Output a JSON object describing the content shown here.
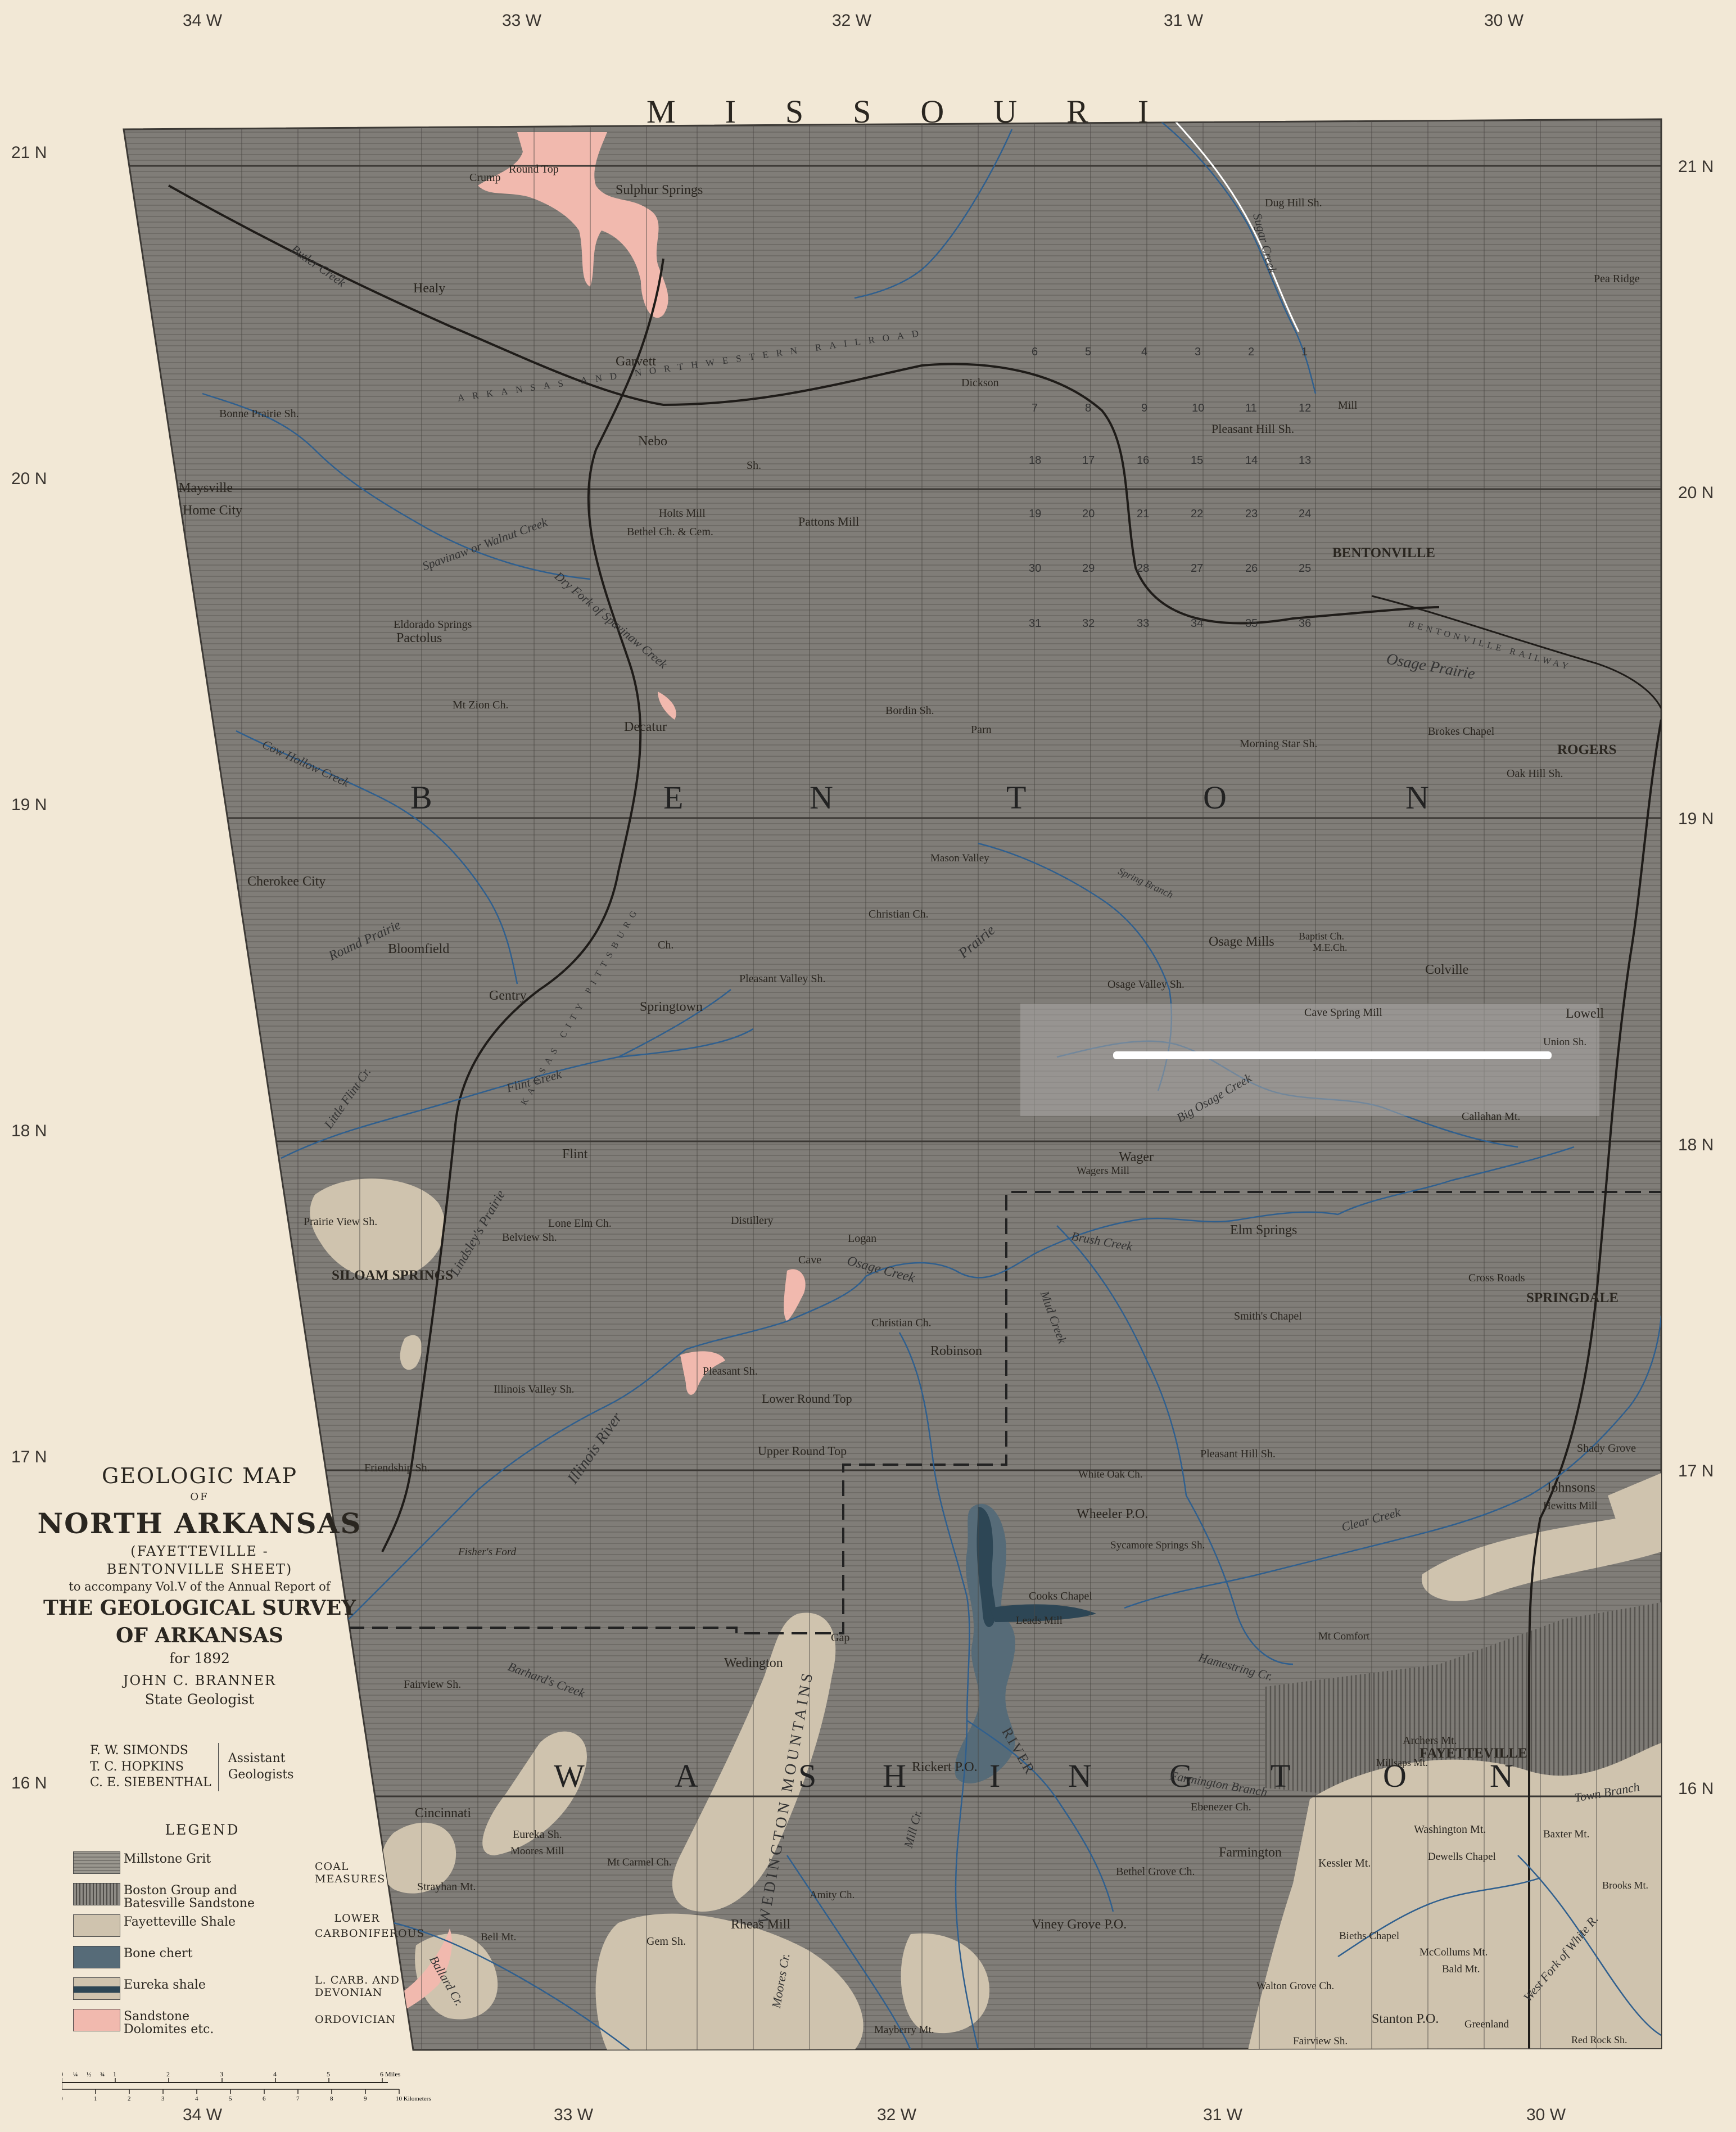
{
  "map": {
    "state_label": "MISSOURI",
    "county_benton": [
      "B",
      "E",
      "N",
      "T",
      "O",
      "N"
    ],
    "county_washington": [
      "W",
      "A",
      "S",
      "H",
      "I",
      "N",
      "G",
      "T",
      "O",
      "N"
    ],
    "grid_top": [
      "34 W",
      "33 W",
      "32 W",
      "31 W",
      "30 W"
    ],
    "grid_bottom": [
      "34 W",
      "33 W",
      "32 W",
      "31 W",
      "30 W"
    ],
    "grid_left": [
      "21 N",
      "20 N",
      "19 N",
      "18 N",
      "17 N",
      "16 N"
    ],
    "grid_right": [
      "21 N",
      "20 N",
      "19 N",
      "18 N",
      "17 N",
      "16 N"
    ],
    "section_numbers": [
      "6",
      "5",
      "4",
      "3",
      "2",
      "1",
      "7",
      "8",
      "9",
      "10",
      "11",
      "12",
      "18",
      "17",
      "16",
      "15",
      "14",
      "13",
      "19",
      "20",
      "21",
      "22",
      "23",
      "24",
      "30",
      "29",
      "28",
      "27",
      "26",
      "25",
      "31",
      "32",
      "33",
      "34",
      "35",
      "36"
    ],
    "towns": {
      "bentonville": "BENTONVILLE",
      "rogers": "ROGERS",
      "lowell": "Lowell",
      "springdale": "SPRINGDALE",
      "fayetteville": "FAYETTEVILLE",
      "siloam_springs": "SILOAM SPRINGS",
      "sulphur_springs": "Sulphur Springs",
      "round_top": "Round Top",
      "crump": "Crump",
      "healy": "Healy",
      "garvett": "Garvett",
      "nebo": "Nebo",
      "maysville": "Maysville",
      "home_city": "Home City",
      "bonne_prairie": "Bonne Prairie Sh.",
      "holts_mill": "Holts Mill",
      "bethel_ch": "Bethel Ch. & Cem.",
      "pattons_mill": "Pattons Mill",
      "dickson": "Dickson",
      "dug_hill": "Dug Hill Sh.",
      "pea_ridge": "Pea Ridge",
      "pleasant_hill_1": "Pleasant Hill Sh.",
      "eldorado_springs": "Eldorado Springs",
      "pactolus": "Pactolus",
      "mt_zion": "Mt Zion Ch.",
      "decatur": "Decatur",
      "bordin": "Bordin Sh.",
      "parn": "Parn",
      "morning_star": "Morning Star Sh.",
      "brokes_chapel": "Brokes Chapel",
      "oak_hill": "Oak Hill Sh.",
      "cherokee_city": "Cherokee City",
      "bloomfield": "Bloomfield",
      "gentry": "Gentry",
      "springtown": "Springtown",
      "pleasant_valley": "Pleasant Valley Sh.",
      "mason_valley": "Mason Valley",
      "christian_ch_1": "Christian Ch.",
      "osage_mills": "Osage Mills",
      "osage_valley": "Osage Valley Sh.",
      "baptist_ch": "Baptist Ch.",
      "me_ch": "M.E.Ch.",
      "colville": "Colville",
      "cave_spring": "Cave Spring Mill",
      "union_sh": "Union Sh.",
      "callahan": "Callahan Mt.",
      "wager": "Wager",
      "wagers_mill": "Wagers Mill",
      "flint": "Flint",
      "lone_elm": "Lone Elm Ch.",
      "belview": "Belview Sh.",
      "prairie_view": "Prairie View Sh.",
      "distillery": "Distillery",
      "cave": "Cave",
      "logan": "Logan",
      "elm_springs": "Elm Springs",
      "cross_roads": "Cross Roads",
      "smiths_chapel": "Smith's Chapel",
      "christian_ch_2": "Christian Ch.",
      "robinson": "Robinson",
      "pleasant_sh": "Pleasant Sh.",
      "illinois_valley": "Illinois Valley Sh.",
      "lower_round_top": "Lower Round Top",
      "upper_round_top": "Upper Round Top",
      "friendship": "Friendship Sh.",
      "pleasant_hill_2": "Pleasant Hill Sh.",
      "shady_grove": "Shady Grove",
      "white_oak": "White Oak Ch.",
      "johnsons": "Johnsons",
      "hewitts_mill": "Hewitts Mill",
      "wheeler": "Wheeler P.O.",
      "sycamore_springs": "Sycamore Springs Sh.",
      "cooks_chapel": "Cooks Chapel",
      "leads_mill": "Leads Mill",
      "mt_comfort": "Mt Comfort",
      "fishers_ford": "Fisher's Ford",
      "fairview_1": "Fairview Sh.",
      "wedington": "Wedington",
      "gap": "Gap",
      "rickert": "Rickert P.O.",
      "archers_mt": "Archers Mt.",
      "millsaps_mt": "Millsaps Mt.",
      "cincinnati": "Cincinnati",
      "eureka": "Eureka Sh.",
      "moores_mill": "Moores Mill",
      "mt_carmel": "Mt Carmel Ch.",
      "strayhan": "Strayhan Mt.",
      "amity": "Amity Ch.",
      "rheas_mill": "Rheas Mill",
      "bell_mt": "Bell Mt.",
      "gem": "Gem Sh.",
      "mayberry": "Mayberry Mt.",
      "viney_grove": "Viney Grove P.O.",
      "bethel_grove": "Bethel Grove Ch.",
      "ebenezer": "Ebenezer Ch.",
      "farmington": "Farmington",
      "washington_mt": "Washington Mt.",
      "kessler": "Kessler Mt.",
      "dewells": "Dewells Chapel",
      "baxter": "Baxter Mt.",
      "brooks": "Brooks Mt.",
      "bieths": "Bieths Chapel",
      "mccollums": "McCollums Mt.",
      "bald": "Bald Mt.",
      "walton_grove": "Walton Grove Ch.",
      "stanton": "Stanton P.O.",
      "greenland": "Greenland",
      "fairview_2": "Fairview Sh.",
      "red_rock": "Red Rock Sh.",
      "mill": "Mill",
      "sh": "Sh.",
      "ch": "Ch."
    },
    "streams": {
      "sugar_creek": "Sugar Creek",
      "butler_creek": "Butler Creek",
      "spavinaw": "Spavinaw or Walnut Creek",
      "dry_fork": "Dry Fork of Spavinaw Creek",
      "cow_hollow": "Cow Hollow Creek",
      "round_prairie": "Round Prairie",
      "flint_creek": "Flint Creek",
      "little_flint": "Little Flint Cr.",
      "lindsleys_prairie": "Lindsley's Prairie",
      "osage_prairie": "Osage Prairie",
      "osage_creek": "Osage Creek",
      "prairie": "Prairie",
      "spring_branch": "Spring Branch",
      "big_osage": "Big Osage Creek",
      "brush_creek": "Brush Creek",
      "mud_creek": "Mud Creek",
      "illinois_river": "Illinois River",
      "clear_creek": "Clear Creek",
      "hamestring": "Hamestring Cr.",
      "barhards_creek": "Barhard's Creek",
      "ballard": "Ballard Cr.",
      "moores_cr": "Moores Cr.",
      "mill_cr": "Mill Cr.",
      "illinois_lower": "RIVER",
      "farmington_branch": "Farmington Branch",
      "town_branch": "Town Branch",
      "west_fork": "West Fork of White R.",
      "wedington_mountains": "WEDINGTON MOUNTAINS",
      "railroad_top": "ARKANSAS AND NORTHWESTERN RAILROAD",
      "railroad_bentonville": "BENTONVILLE RAILWAY",
      "kansas_city": "KANSAS CITY PITTSBURG"
    }
  },
  "title_block": {
    "line1": "GEOLOGIC MAP",
    "line2": "OF",
    "line3": "NORTH ARKANSAS",
    "line4": "(FAYETTEVILLE -",
    "line5": "BENTONVILLE SHEET)",
    "line6": "to accompany Vol.V of the Annual Report of",
    "line7": "THE GEOLOGICAL SURVEY",
    "line8": "OF ARKANSAS",
    "line9": "for 1892",
    "line10": "JOHN C. BRANNER",
    "line11": "State Geologist"
  },
  "staff": {
    "names": [
      "F. W. SIMONDS",
      "T. C. HOPKINS",
      "C. E. SIEBENTHAL"
    ],
    "role": [
      "Assistant",
      "Geologists"
    ]
  },
  "legend": {
    "heading": "LEGEND",
    "items": [
      {
        "label": "Millstone Grit",
        "color": "#8c8984"
      },
      {
        "label": "Boston Group and",
        "label2": "Batesville Sandstone",
        "color": "#75726d"
      },
      {
        "label": "Fayetteville Shale",
        "color": "#cfc3ae"
      },
      {
        "label": "Bone chert",
        "color": "#566b78"
      },
      {
        "label": "Eureka shale",
        "color": "#2d4655"
      },
      {
        "label": "Sandstone",
        "label2": "Dolomites etc.",
        "color": "#f1b9ae"
      }
    ],
    "groups": [
      "COAL MEASURES",
      "LOWER CARBONIFEROUS",
      "L. CARB. AND DEVONIAN",
      "ORDOVICIAN"
    ]
  },
  "scale": {
    "miles_label": "6 Miles",
    "km_label": "10 Kilometers",
    "mile_ticks": [
      "0",
      "1",
      "2",
      "3",
      "4",
      "5",
      "6"
    ],
    "mile_frac": [
      "¼",
      "½",
      "¾"
    ],
    "km_ticks": [
      "0",
      "1",
      "2",
      "3",
      "4",
      "5",
      "6",
      "7",
      "8",
      "9",
      "10"
    ]
  },
  "colors": {
    "paper": "#f2e8d6",
    "coal_measures": "#807d78",
    "fayetteville_shale": "#cfc3ae",
    "sandstone": "#f1b9ae",
    "bone_chert": "#566b78",
    "eureka_shale": "#2d4655",
    "boston_group": "#6e6b66",
    "streams": "#2f5f8e"
  }
}
